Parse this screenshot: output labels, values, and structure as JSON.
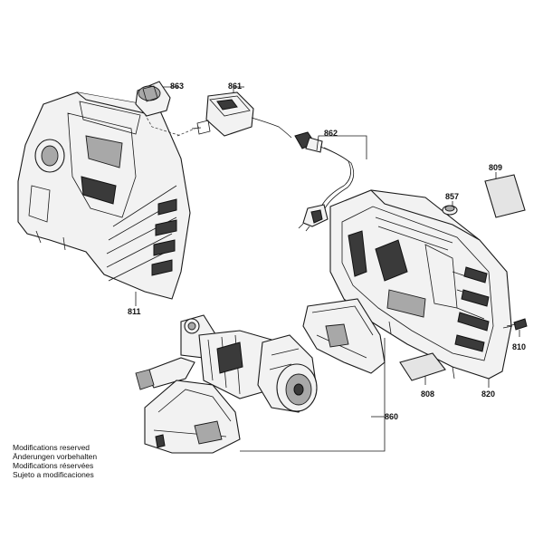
{
  "labels": {
    "p863": "863",
    "p861": "861",
    "p862": "862",
    "p809": "809",
    "p857": "857",
    "p811": "811",
    "p810": "810",
    "p808": "808",
    "p820": "820",
    "p860": "860"
  },
  "notes": [
    "Modifications reserved",
    "Änderungen vorbehalten",
    "Modifications réservées",
    "Sujeto a modificaciones"
  ]
}
